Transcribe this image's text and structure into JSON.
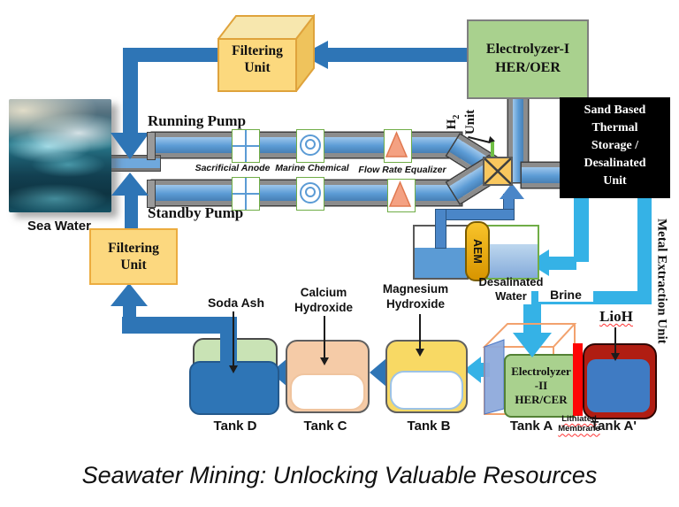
{
  "caption": "Seawater Mining: Unlocking Valuable Resources",
  "sea": {
    "label": "Sea Water"
  },
  "pumps": {
    "running": "Running Pump",
    "standby": "Standby Pump"
  },
  "pipeline": {
    "sacrificial_anode": "Sacrificial Anode",
    "marine_chemical": "Marine Chemical",
    "flow_rate_equalizer": "Flow Rate Equalizer"
  },
  "filtering_top": {
    "label": "Filtering\nUnit"
  },
  "filtering_bottom": {
    "label": "Filtering\nUnit"
  },
  "electrolyzer1": {
    "label": "Electrolyzer-I\nHER/OER"
  },
  "h2_unit": {
    "element": "H",
    "subscript": "2",
    "word": "Unit"
  },
  "sand_unit": {
    "label": "Sand Based\nThermal\nStorage /\nDesalinated\nUnit"
  },
  "metal_extraction": {
    "label": "Metal Extraction Unit"
  },
  "aem": {
    "label": "AEM"
  },
  "desalinated": {
    "label": "Desalinated\nWater"
  },
  "brine": {
    "label": "Brine"
  },
  "chemicals": {
    "soda_ash": "Soda Ash",
    "calcium_hydroxide": "Calcium\nHydroxide",
    "magnesium_hydroxide": "Magnesium\nHydroxide",
    "lioh": "LioH"
  },
  "electrolyzer2": {
    "label": "Electrolyzer\n-II\nHER/CER"
  },
  "lithiated_membrane": {
    "label": "Lithiated\nMembrane"
  },
  "tanks": {
    "d": "Tank D",
    "c": "Tank C",
    "b": "Tank B",
    "a": "Tank A",
    "a_prime": "Tank A'"
  },
  "palette": {
    "pipe_blue": "#5B9BD5",
    "arrow_dark_blue": "#2E75B6",
    "cyan": "#35B2E6",
    "box_yellow": "#FCD87F",
    "electrolyzer_green": "#A9D18E",
    "sand_box_black": "#000000",
    "tank_green": "#C9E3B5",
    "tank_blue": "#2E75B6",
    "tank_peach": "#F5CBA7",
    "tank_yellow": "#F8D964",
    "membrane_red": "#FE0505",
    "tank_a_prime_red": "#B01D12",
    "aem_gold": "#E8A800",
    "valve_gold": "#F9C75E"
  }
}
